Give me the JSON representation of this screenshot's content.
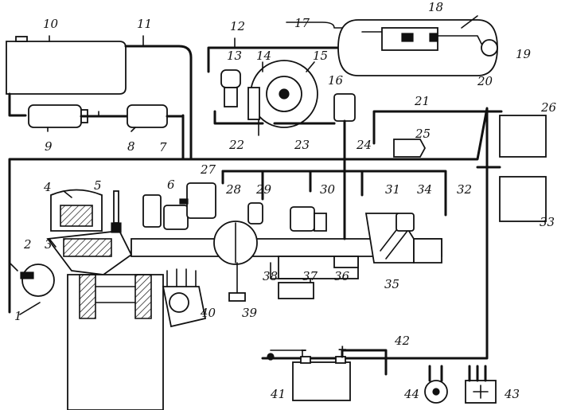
{
  "labels": [
    "1",
    "2",
    "3",
    "4",
    "5",
    "6",
    "7",
    "8",
    "9",
    "10",
    "11",
    "12",
    "13",
    "14",
    "15",
    "16",
    "17",
    "18",
    "19",
    "20",
    "21",
    "22",
    "23",
    "24",
    "25",
    "26",
    "27",
    "28",
    "29",
    "30",
    "31",
    "32",
    "33",
    "34",
    "35",
    "36",
    "37",
    "38",
    "39",
    "40",
    "41",
    "42",
    "43",
    "44"
  ],
  "battery": {
    "minus": "–",
    "plus": "+"
  }
}
